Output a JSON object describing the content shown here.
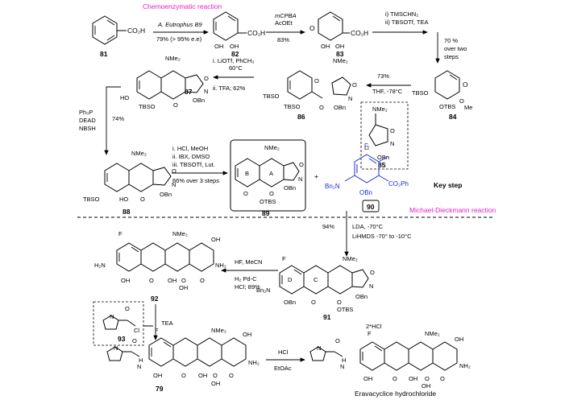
{
  "labels": {
    "chemoenzymatic": "Chemoenzymatic reaction",
    "michael_dieckmann": "Michael-Dieckmann reaction",
    "key_step": "Key step"
  },
  "compounds": {
    "c81": "81",
    "c82": "82",
    "c83": "83",
    "c84": "84",
    "c85": "85",
    "c86": "86",
    "c87": "87",
    "c88": "88",
    "c89": "89",
    "c90": "90",
    "c91": "91",
    "c92": "92",
    "c93": "93",
    "c79": "79",
    "final": "Eravacyclice hydrochloride"
  },
  "conditions": {
    "s1_a": "A. Eutrophus B9",
    "s1_b": "79% (> 95% e.e)",
    "s2_a": "mCPBA",
    "s2_b": "AcOEt",
    "s2_c": "83%",
    "s3_a": "i) TMSCHN₂",
    "s3_b": "ii) TBSOTf, TEA",
    "s3_c": "70 %",
    "s3_d": "over two",
    "s3_e": "steps",
    "s4_a": "73%",
    "s4_b": "THF, -78°C",
    "s5_a": "i. LiOTf, PhCH₃",
    "s5_b": "60°C",
    "s5_c": "ii. TFA; 62%",
    "s6_a": "Ph₃P",
    "s6_b": "DEAD",
    "s6_c": "NBSH",
    "s6_d": "74%",
    "s7_a": "i. HCl, MeOH",
    "s7_b": "ii. IBX, DMSO",
    "s7_c": "iii. TBSOTf, Lut.",
    "s7_d": "66% over 3 steps",
    "s8_a": "94%",
    "s8_b": "LDA, -70°C",
    "s8_c": "LiHMDS -70° to -10°C",
    "s9_a": "HF, MeCN",
    "s9_b": "H₂  Pd-C",
    "s9_c": "HCl; 89%",
    "s10": "TEA",
    "s11_a": "HCl",
    "s11_b": "EtOAc",
    "salt": "2*HCl"
  },
  "atoms": {
    "co2h": "CO₂H",
    "oh": "OH",
    "o": "O",
    "otbs": "OTBS",
    "tbso": "TBSO",
    "me": "Me",
    "nme2": "NMe₂",
    "n": "N",
    "obn": "OBn",
    "li": "Li",
    "ho": "HO",
    "f": "F",
    "bn2n": "Bn₂N",
    "co2ph": "CO₂Ph",
    "h2n": "H₂N",
    "nh2": "NH₂",
    "cl": "Cl",
    "h": "H",
    "ring_a": "A",
    "ring_b": "B",
    "ring_c": "C",
    "ring_d": "D"
  },
  "colors": {
    "magenta": "#e020c8",
    "blue": "#1b2fd6"
  }
}
